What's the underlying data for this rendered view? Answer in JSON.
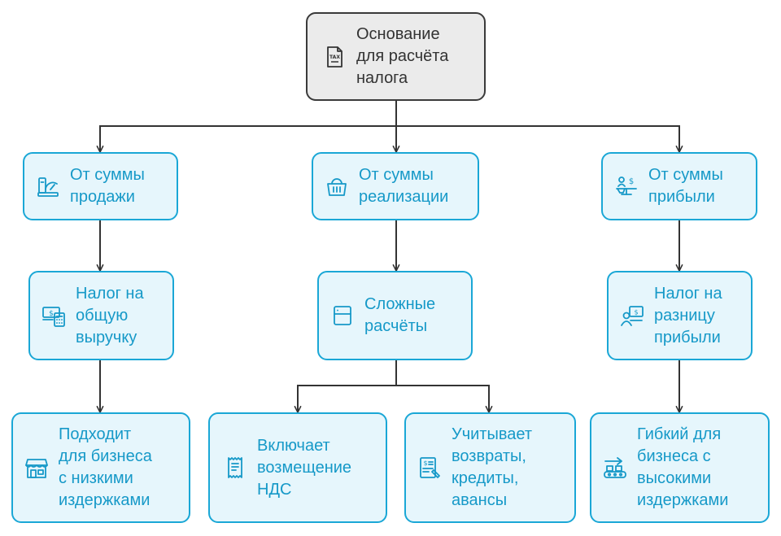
{
  "colors": {
    "node_fill": "#e6f6fc",
    "node_border": "#1aa7d6",
    "node_text": "#1699c8",
    "root_fill": "#ebebeb",
    "root_border": "#3a3a3a",
    "root_text": "#333333",
    "connector": "#333333"
  },
  "root": {
    "label": "Основание\nдля расчёта\nналога",
    "icon": "tax-document-icon"
  },
  "bases": [
    {
      "label": "От суммы\nпродажи",
      "icon": "sales-meter-icon"
    },
    {
      "label": "От суммы\nреализации",
      "icon": "shopping-basket-icon"
    },
    {
      "label": "От суммы\nприбыли",
      "icon": "profit-scale-icon"
    }
  ],
  "methods": [
    {
      "label": "Налог на\nобщую\nвыручку",
      "icon": "cash-calculator-icon"
    },
    {
      "label": "Сложные\nрасчёты",
      "icon": "window-icon"
    },
    {
      "label": "Налог на\nразницу\nприбыли",
      "icon": "investor-screen-icon"
    }
  ],
  "outcomes": [
    {
      "label": "Подходит\nдля бизнеса\nс низкими\nиздержками",
      "icon": "storefront-icon"
    },
    {
      "label": "Включает\nвозмещение\nНДС",
      "icon": "receipt-icon"
    },
    {
      "label": "Учитывает\nвозвраты,\nкредиты,\nавансы",
      "icon": "invoice-icon"
    },
    {
      "label": "Гибкий для\nбизнеса с\nвысокими\nиздержками",
      "icon": "production-line-icon"
    }
  ]
}
